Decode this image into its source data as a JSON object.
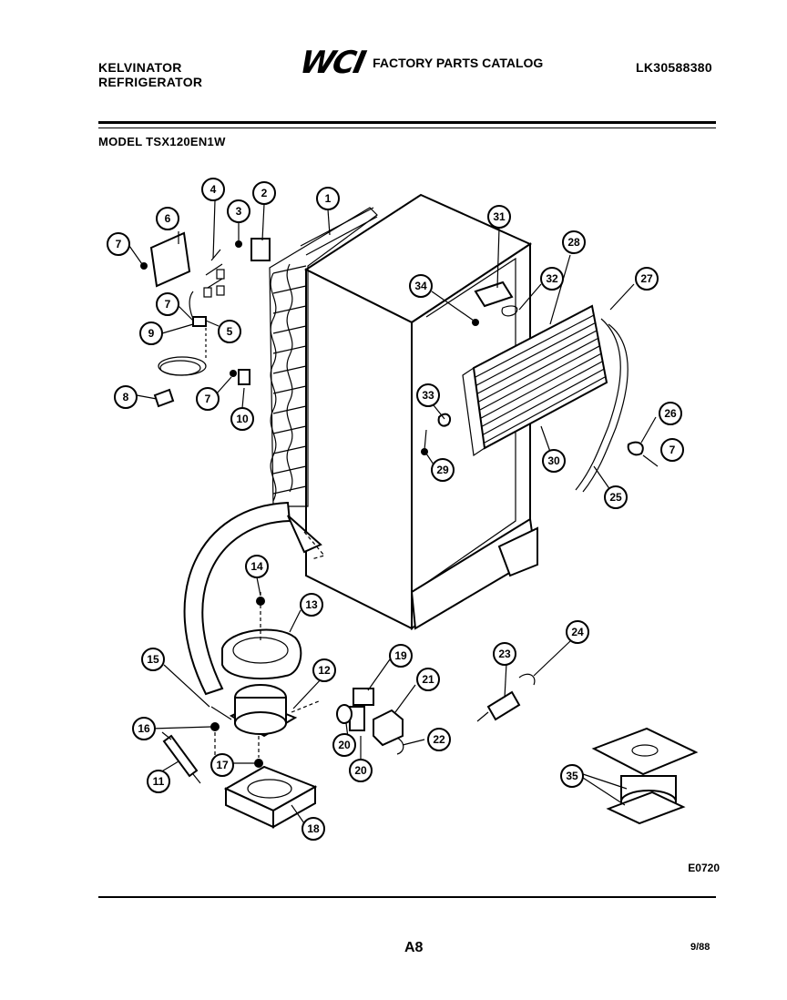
{
  "header": {
    "brand": "KELVINATOR",
    "product": "REFRIGERATOR",
    "logo": "WCI",
    "catalog_title": "FACTORY PARTS CATALOG",
    "catalog_number": "LK30588380",
    "model_label": "MODEL TSX120EN1W"
  },
  "callouts": [
    {
      "label": "1"
    },
    {
      "label": "2"
    },
    {
      "label": "3"
    },
    {
      "label": "4"
    },
    {
      "label": "5"
    },
    {
      "label": "6"
    },
    {
      "label": "7"
    },
    {
      "label": "7"
    },
    {
      "label": "7"
    },
    {
      "label": "7"
    },
    {
      "label": "8"
    },
    {
      "label": "9"
    },
    {
      "label": "10"
    },
    {
      "label": "11"
    },
    {
      "label": "12"
    },
    {
      "label": "13"
    },
    {
      "label": "14"
    },
    {
      "label": "15"
    },
    {
      "label": "16"
    },
    {
      "label": "17"
    },
    {
      "label": "18"
    },
    {
      "label": "19"
    },
    {
      "label": "20"
    },
    {
      "label": "20"
    },
    {
      "label": "21"
    },
    {
      "label": "22"
    },
    {
      "label": "23"
    },
    {
      "label": "24"
    },
    {
      "label": "25"
    },
    {
      "label": "26"
    },
    {
      "label": "27"
    },
    {
      "label": "28"
    },
    {
      "label": "29"
    },
    {
      "label": "30"
    },
    {
      "label": "31"
    },
    {
      "label": "32"
    },
    {
      "label": "33"
    },
    {
      "label": "34"
    },
    {
      "label": "35"
    }
  ],
  "footer": {
    "diagram_code": "E0720",
    "page": "A8",
    "date": "9/88"
  }
}
